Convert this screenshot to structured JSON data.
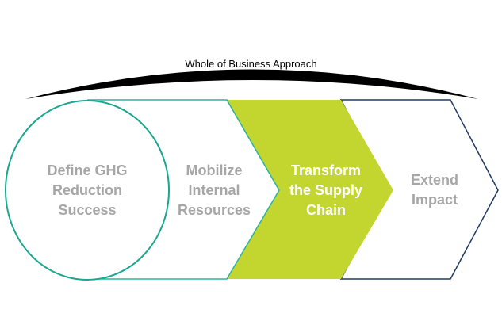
{
  "banner": {
    "label": "Whole of Business Approach"
  },
  "steps": [
    {
      "lines": [
        "Define GHG",
        "Reduction",
        "Success"
      ]
    },
    {
      "lines": [
        "Mobilize",
        "Internal",
        "Resources"
      ]
    },
    {
      "lines": [
        "Transform",
        "the Supply",
        "Chain"
      ]
    },
    {
      "lines": [
        "Extend",
        "Impact"
      ]
    }
  ],
  "colors": {
    "circle_stroke": "#1aa68f",
    "step2_stroke": "#2bb3a1",
    "highlight_fill": "#c3d52f",
    "step4_stroke": "#1f3a5f",
    "label_grey": "#a6a6a6",
    "banner_arc": "#000000"
  }
}
